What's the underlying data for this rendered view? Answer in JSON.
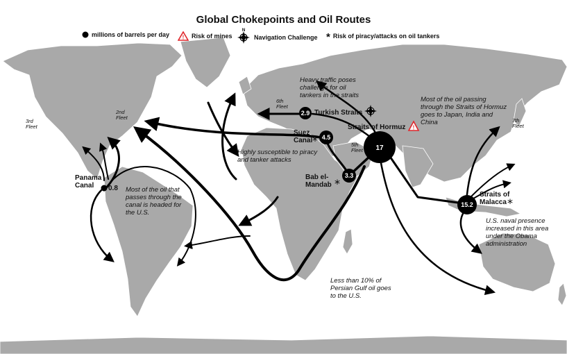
{
  "title": "Global Chokepoints and Oil Routes",
  "legend": {
    "barrels": "millions of barrels per day",
    "mines": "Risk of mines",
    "navigation": "Navigation Challenge",
    "piracy": "Risk of piracy/attacks on oil tankers"
  },
  "chokepoints": [
    {
      "id": "hormuz",
      "name": "Straits of Hormuz",
      "value": "17"
    },
    {
      "id": "malacca",
      "name": "Straits of Malacca",
      "value": "15.2"
    },
    {
      "id": "suez",
      "name": "Suez Canal",
      "value": "4.5"
    },
    {
      "id": "babel",
      "name": "Bab el-Mandab",
      "value": "3.3"
    },
    {
      "id": "turkish",
      "name": "Turkish Straits",
      "value": "2.9"
    },
    {
      "id": "panama",
      "name": "Panama Canal",
      "value": "0.8"
    }
  ],
  "fleets": {
    "second": "2nd Fleet",
    "third": "3rd Fleet",
    "fifth": "5th Fleet",
    "sixth": "6th Fleet",
    "seventh": "7th Fleet"
  },
  "notes": {
    "turkish": "Heavy traffic poses challenge for oil tankers in the straits",
    "hormuz": "Most of the oil passing through the Straits of Hormuz goes to Japan, India and China",
    "piracy": "Highly susceptible to piracy and tanker attacks",
    "panama": "Most of the oil that passes through the canal is headed for the U.S.",
    "malacca": "U.S. naval presence increased in this area under the Obama administration",
    "persian": "Less than 10% of Persian Gulf oil goes to the U.S."
  },
  "compass_letter": "N",
  "colors": {
    "land": "#a9a9a9",
    "routes": "#000000",
    "mines": "#e0262b",
    "background": "#ffffff"
  }
}
